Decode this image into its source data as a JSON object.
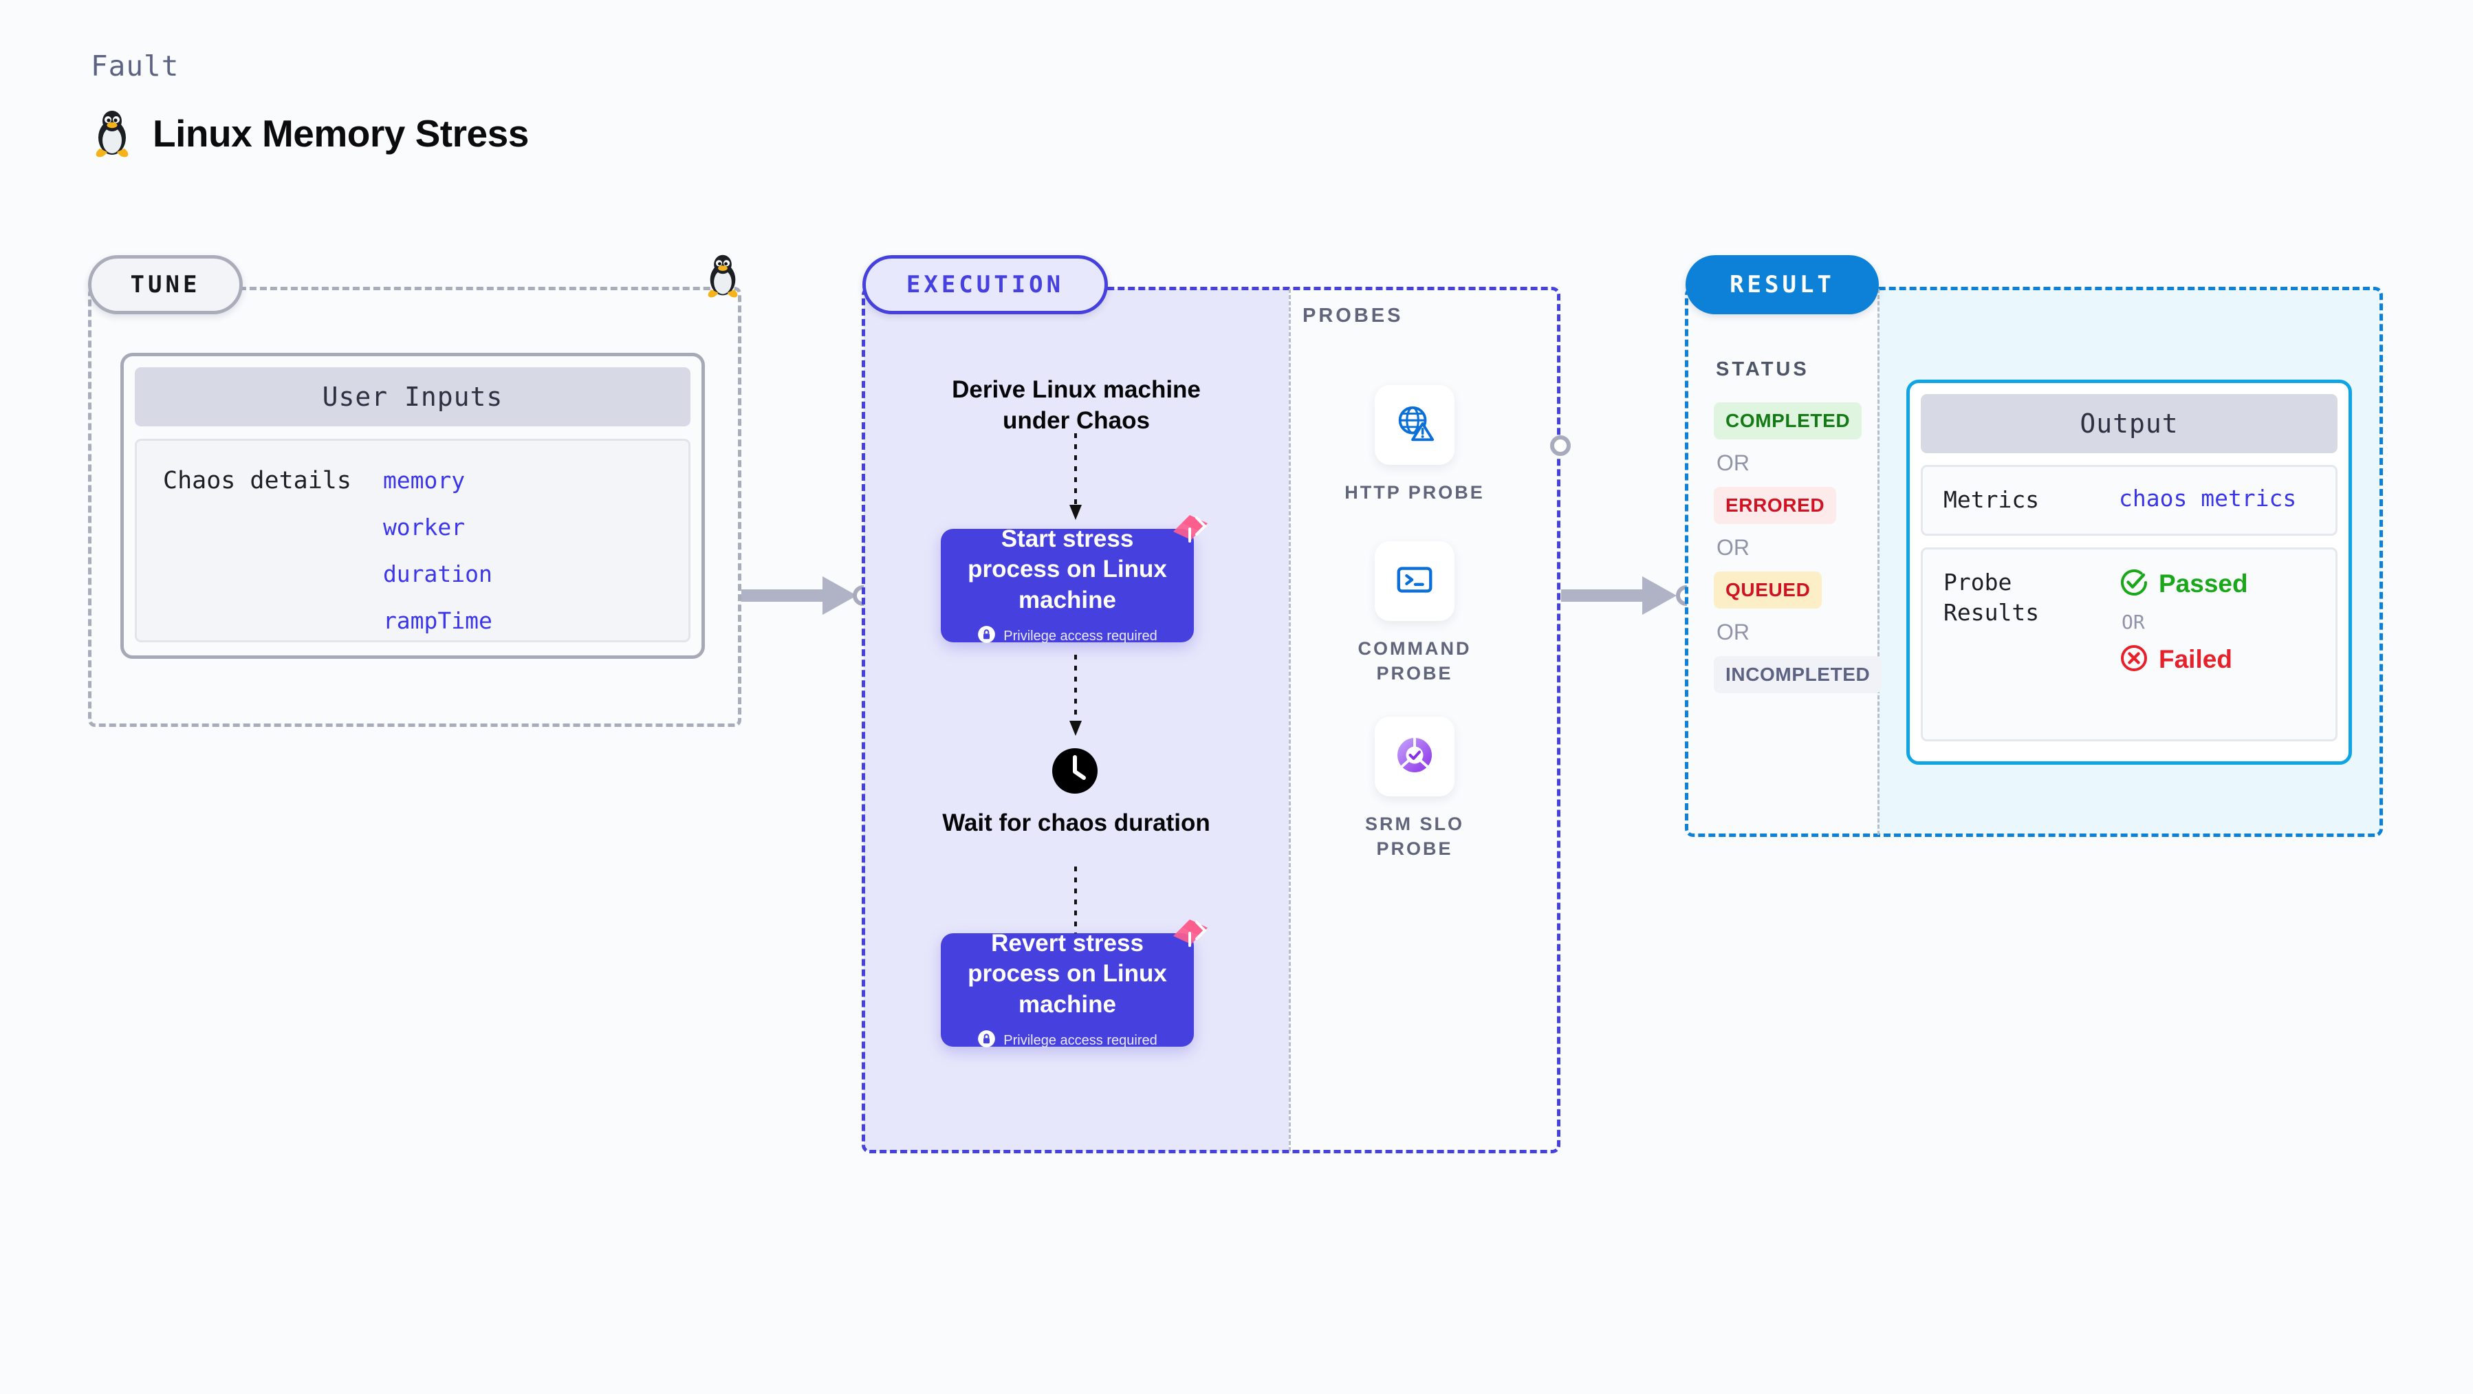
{
  "header": {
    "kicker": "Fault",
    "title": "Linux Memory Stress",
    "logo_icon": "linux-penguin-icon"
  },
  "tune": {
    "pill_label": "TUNE",
    "border_icon": "linux-penguin-icon",
    "card": {
      "heading": "User Inputs",
      "key": "Chaos details",
      "values": [
        "memory",
        "worker",
        "duration",
        "rampTime"
      ]
    }
  },
  "execution": {
    "pill_label": "EXECUTION",
    "steps": {
      "derive": "Derive Linux machine under Chaos",
      "start_card": {
        "title": "Start stress process on Linux machine",
        "privilege": "Privilege access required",
        "lock_icon": "lock-icon",
        "brand_icon": "harness-logo-icon"
      },
      "wait": "Wait for chaos duration",
      "wait_icon": "clock-icon",
      "revert_card": {
        "title": "Revert stress process on Linux machine",
        "privilege": "Privilege access required",
        "lock_icon": "lock-icon",
        "brand_icon": "harness-logo-icon"
      }
    }
  },
  "probes": {
    "label": "PROBES",
    "items": [
      {
        "caption": "HTTP PROBE",
        "icon": "globe-warning-icon"
      },
      {
        "caption": "COMMAND PROBE",
        "icon": "terminal-icon"
      },
      {
        "caption": "SRM SLO PROBE",
        "icon": "srm-slo-check-icon"
      }
    ]
  },
  "result": {
    "pill_label": "RESULT",
    "status_label": "STATUS",
    "or_label": "OR",
    "statuses": [
      {
        "label": "COMPLETED",
        "color": "#137a16",
        "bg": "#e0f5e0"
      },
      {
        "label": "ERRORED",
        "color": "#cf1322",
        "bg": "#fdeaea"
      },
      {
        "label": "QUEUED",
        "color": "#cf1322",
        "bg": "#fcefc7"
      },
      {
        "label": "INCOMPLETED",
        "color": "#5c6281",
        "bg": "#f1f2f7"
      }
    ],
    "output": {
      "heading": "Output",
      "metrics_key": "Metrics",
      "metrics_value": "chaos metrics",
      "probe_results_key": "Probe\nResults",
      "passed_label": "Passed",
      "passed_icon": "check-circle-icon",
      "or_label": "OR",
      "failed_label": "Failed",
      "failed_icon": "x-circle-icon"
    }
  },
  "colors": {
    "background": "#fafbfd",
    "tune_border": "#a9adba",
    "execution_accent": "#4640de",
    "execution_fill": "#e7e7fb",
    "result_accent": "#0d80d8",
    "output_fill": "#eaf8fd",
    "output_border": "#0fa5e5",
    "brand_pink": "#fc5e8e",
    "passed_green": "#1aa81a",
    "failed_red": "#e8202a",
    "mono_blue": "#3b36e8"
  }
}
